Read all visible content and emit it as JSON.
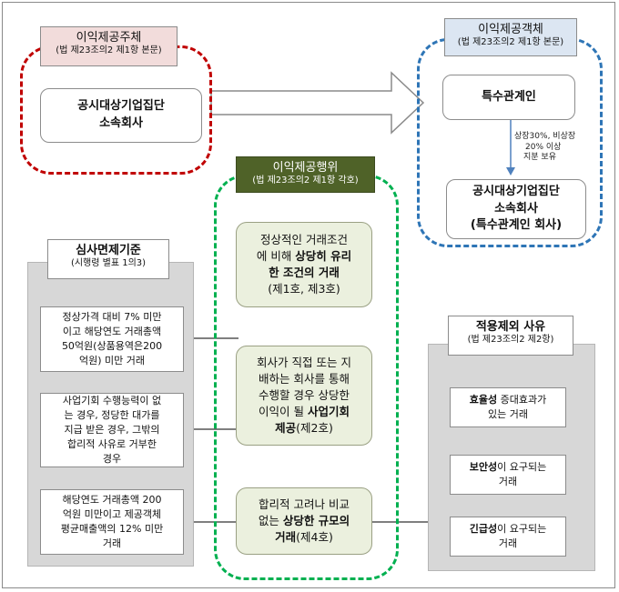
{
  "subject": {
    "tag_title": "이익제공주체",
    "tag_sub": "(법 제23조의2 제1항 본문)",
    "box_line1": "공시대상기업집단",
    "box_line2": "소속회사"
  },
  "object": {
    "tag_title": "이익제공객체",
    "tag_sub": "(법 제23조의2 제1항 본문)",
    "box_top": "특수관계인",
    "arrow_note_1": "상장30%, 비상장",
    "arrow_note_2": "20% 이상",
    "arrow_note_3": "지분 보유",
    "box_bottom_1": "공시대상기업집단",
    "box_bottom_2": "소속회사",
    "box_bottom_3": "(특수관계인 회사)"
  },
  "act": {
    "tag_title": "이익제공행위",
    "tag_sub": "(법 제23조의2 제1항 각호)",
    "item1": [
      "정상적인 거래조건",
      "에 비해 ",
      "상당히 유리",
      "한 조건의 거래",
      "(제1호, 제3호)"
    ],
    "item2": [
      "회사가 직접 또는 지",
      "배하는 회사를 통해",
      "수행할 경우 상당한",
      "이익이 될 ",
      "사업기회",
      "제공",
      "(제2호)"
    ],
    "item3": [
      "합리적 고려나 비교",
      "없는 ",
      "상당한 규모의",
      "거래",
      "(제4호)"
    ]
  },
  "review": {
    "tag_title": "심사면제기준",
    "tag_sub": "(시행령 별표 1의3)",
    "item1": [
      "정상가격 대비 7% 미만",
      "이고 해당연도 거래총액",
      "50억원(상품용역은200",
      "억원) 미만 거래"
    ],
    "item2": [
      "사업기회 수행능력이 없",
      "는 경우, 정당한 대가를",
      "지급 받은 경우, 그밖의",
      "합리적 사유로 거부한",
      "경우"
    ],
    "item3": [
      "해당연도 거래총액 200",
      "억원 미만이고 제공객체",
      "평균매출액의 12% 미만",
      "거래"
    ]
  },
  "exclusion": {
    "tag_title": "적용제외 사유",
    "tag_sub": "(법 제23조의2 제2항)",
    "item1": [
      "효율성",
      " 증대효과가",
      "있는 거래"
    ],
    "item2": [
      "보안성",
      "이 요구되는",
      "거래"
    ],
    "item3": [
      "긴급성",
      "이 요구되는",
      "거래"
    ]
  },
  "colors": {
    "subject_dash": "#c00000",
    "subject_tag_bg": "#f2dcdb",
    "object_dash": "#2e75b6",
    "object_tag_bg": "#dce6f2",
    "act_dash": "#00b050",
    "act_tag_bg": "#4f6228",
    "green_card": "#ebf0de",
    "gray_panel": "#d7d7d7"
  }
}
